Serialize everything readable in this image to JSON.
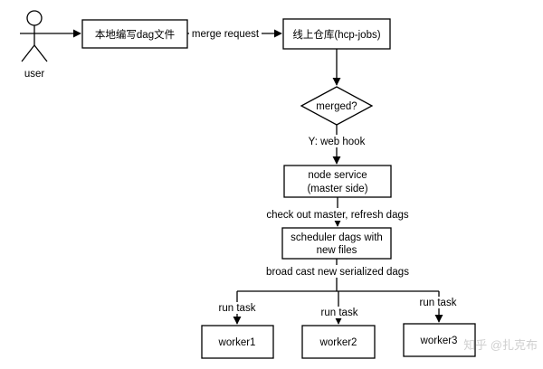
{
  "actor": {
    "label": "user"
  },
  "nodes": {
    "local_write": "本地编写dag文件",
    "repo": "线上仓库(hcp-jobs)",
    "merged": "merged?",
    "node_service": [
      "node service",
      "(master side)"
    ],
    "scheduler": [
      "scheduler  dags with",
      "new files"
    ],
    "worker1": "worker1",
    "worker2": "worker2",
    "worker3": "worker3"
  },
  "edges": {
    "merge_request": "merge request",
    "web_hook": "Y: web hook",
    "checkout": "check out master, refresh dags",
    "broadcast": "broad cast new serialized dags",
    "run_task_1": "run task",
    "run_task_2": "run task",
    "run_task_3": "run task"
  },
  "watermark": "知乎 @扎克布"
}
